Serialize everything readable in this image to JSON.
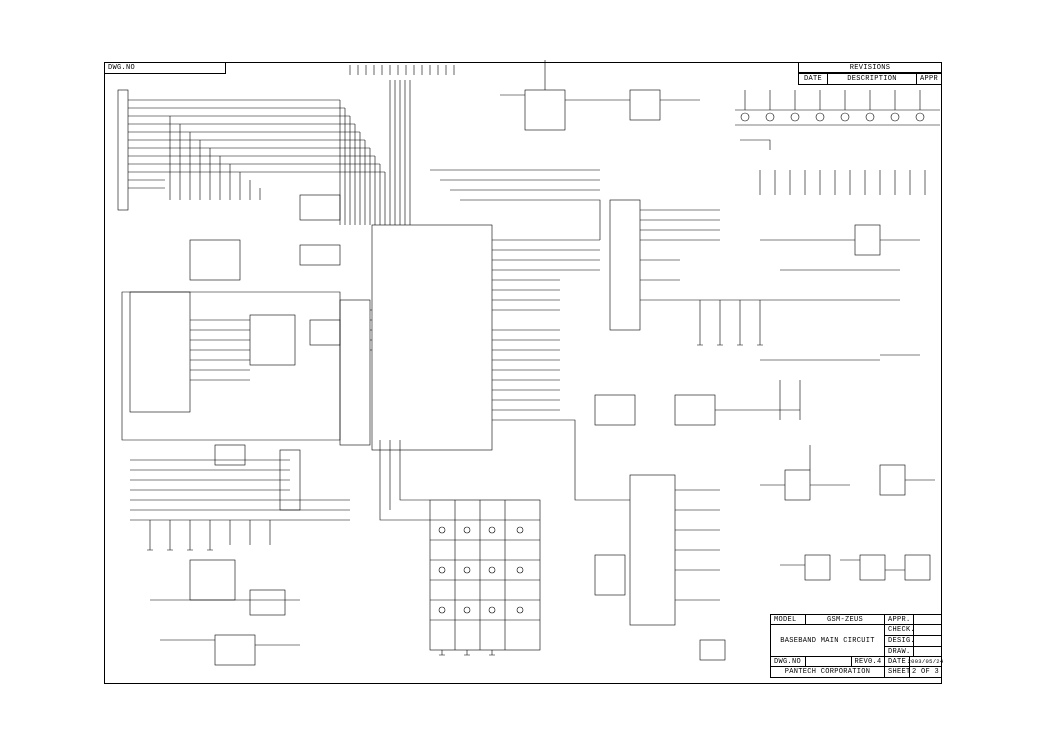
{
  "drawing_number_label": "DWG.NO",
  "revisions": {
    "title": "REVISIONS",
    "col_date": "DATE",
    "col_description": "DESCRIPTION",
    "col_appr": "APPR"
  },
  "title_block": {
    "model_label": "MODEL",
    "model_value": "GSM-ZEUS",
    "appr_label": "APPR.",
    "check_label": "CHECK.",
    "desig_label": "DESIG.",
    "draw_label": "DRAW.",
    "circuit_title": "BASEBAND MAIN CIRCUIT",
    "dwg_no_label": "DWG.NO",
    "rev": "REV0.4",
    "date_label": "DATE",
    "date_value": "2003/05/24",
    "company": "PANTECH CORPORATION",
    "sheet_label": "SHEET",
    "sheet_value": "2 OF 3"
  }
}
